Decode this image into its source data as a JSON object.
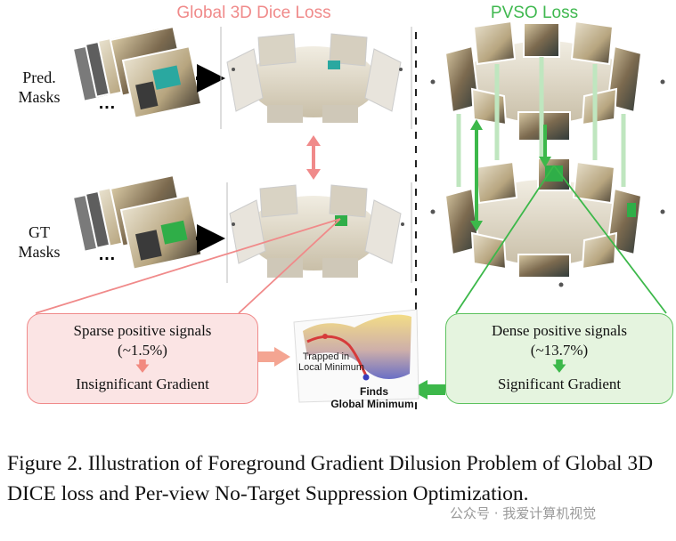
{
  "figure": {
    "left_title": "Global 3D Dice Loss",
    "right_title": "PVSO Loss",
    "pred_label_line1": "Pred.",
    "pred_label_line2": "Masks",
    "gt_label_line1": "GT",
    "gt_label_line2": "Masks",
    "ellipsis": "...",
    "sparse_box": {
      "line1": "Sparse positive signals",
      "line2": "(~1.5%)",
      "line3": "Insignificant Gradient"
    },
    "dense_box": {
      "line1": "Dense positive signals",
      "line2": "(~13.7%)",
      "line3": "Significant Gradient"
    },
    "landscape": {
      "trapped_line1": "Trapped in",
      "trapped_line2": "Local Minimum",
      "finds_line1": "Finds",
      "finds_line2": "Global Minimum"
    }
  },
  "caption": "Figure 2. Illustration of Foreground Gradient Dilusion Problem of Global 3D DICE loss and Per-view No-Target Suppression Optimization.",
  "watermark": "公众号 · 我爱计算机视觉",
  "colors": {
    "pink": "#f08a8a",
    "green": "#3fb84f"
  }
}
